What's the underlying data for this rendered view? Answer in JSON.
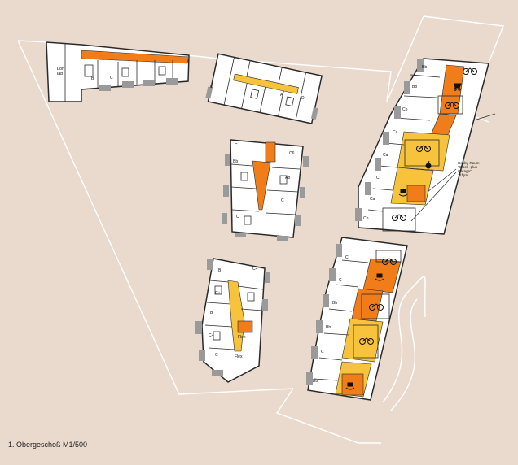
{
  "caption": "1. Obergeschoß M1/500",
  "annotation": {
    "line1": "Hobby-Raum",
    "line2": "\"Stock- plus",
    "line3": "Garage\"",
    "line4": "11fgm"
  },
  "unit_labels": {
    "loft": "Loft",
    "loft2": "lab",
    "b": "B",
    "c": "C",
    "d": "D",
    "bb": "Bb",
    "cb": "Cb",
    "c_plus": "C+",
    "flex": "Flex",
    "a": "A",
    "cg": "C6",
    "ab": "Ab",
    "ca": "Ca"
  },
  "colors": {
    "background": "#ead9cd",
    "building": "#ffffff",
    "wall": "#2a2a2a",
    "balcony": "#9a9a9a",
    "orange": "#f07d1a",
    "yellow": "#f7c33c",
    "site_line": "#ffffff"
  },
  "icons": {
    "bicycle": "bicycle-icon",
    "apple": "apple-icon",
    "rocking_horse": "rocking-horse-icon",
    "stroller": "stroller-icon"
  }
}
